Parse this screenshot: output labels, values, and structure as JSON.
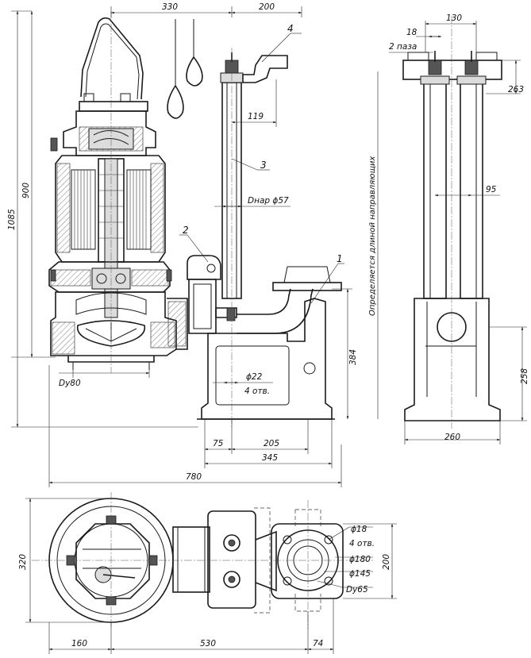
{
  "dimensions": {
    "top_330": "330",
    "top_200": "200",
    "left_900": "900",
    "left_1085": "1085",
    "width_119": "119",
    "pipe_dia": "Dнар ϕ57",
    "dy80": "Dy80",
    "hole_dia": "ϕ22",
    "hole_count": "4 отв.",
    "height_384": "384",
    "base_75": "75",
    "base_205": "205",
    "base_345": "345",
    "total_780": "780",
    "side_130": "130",
    "side_18": "18",
    "side_2grooves": "2 паза",
    "side_263": "263",
    "side_95": "95",
    "side_258": "258",
    "side_260": "260",
    "plan_320": "320",
    "plan_200": "200",
    "plan_160": "160",
    "plan_530": "530",
    "plan_74": "74",
    "flange_d18": "ϕ18",
    "flange_holes": "4 отв.",
    "flange_d180": "ϕ180",
    "flange_d145": "ϕ145",
    "flange_dy65": "Dy65",
    "vertical_note": "Определяется длиной направляющих"
  },
  "callouts": {
    "c1": "1",
    "c2": "2",
    "c3": "3",
    "c4": "4"
  }
}
